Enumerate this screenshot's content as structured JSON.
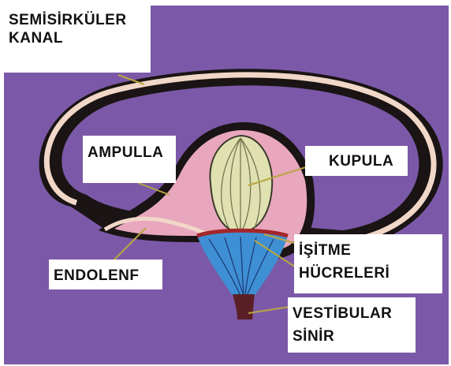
{
  "labels": {
    "semisirkuler_kanal": "SEMİSİRKÜLER\nKANAL",
    "ampulla": "AMPULLA",
    "kupula": "KUPULA",
    "isitme_hucreleri": "İŞİTME\nHÜCRELERİ",
    "endolenf": "ENDOLENF",
    "vestibular_sinir": "VESTİBULAR\nSİNİR"
  },
  "colors": {
    "background": "#7b59a8",
    "canal_fill": "#f1d7c8",
    "canal_outline": "#1a1414",
    "ampulla_fill": "#e8a7bd",
    "cupula_fill": "#dfe1b1",
    "hair_cells": "#3f8fd4",
    "nerve": "#5a1f24",
    "leader_lines": "#b9a541"
  }
}
